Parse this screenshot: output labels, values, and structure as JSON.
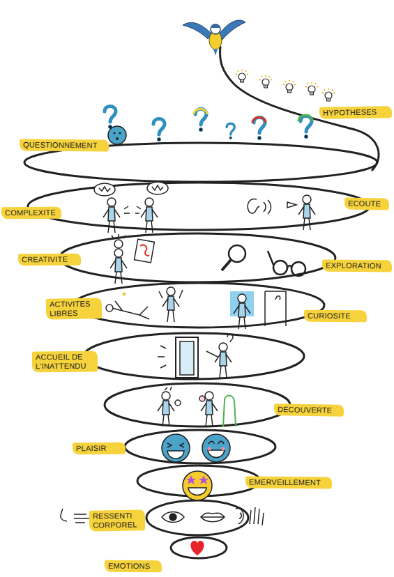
{
  "diagram": {
    "nodes": [
      {
        "text": [
          "HYPOTHESES"
        ]
      },
      {
        "text": [
          "QUESTIONNEMENT"
        ]
      },
      {
        "text": [
          "COMPLEXITE"
        ]
      },
      {
        "text": [
          "ECOUTE"
        ]
      },
      {
        "text": [
          "CREATIVITE"
        ]
      },
      {
        "text": [
          "EXPLORATION"
        ]
      },
      {
        "text": [
          "ACTIVITES LIBRES"
        ]
      },
      {
        "text": [
          "CURIOSITE"
        ]
      },
      {
        "text": [
          "ACCUEIL DE L'INATTENDU"
        ]
      },
      {
        "text": [
          "DECOUVERTE"
        ]
      },
      {
        "text": [
          "PLAISIR"
        ]
      },
      {
        "text": [
          "EMERVEILLEMENT"
        ]
      },
      {
        "text": [
          "RESSENTI CORPOREL"
        ]
      },
      {
        "text": [
          "EMOTIONS"
        ]
      }
    ]
  }
}
